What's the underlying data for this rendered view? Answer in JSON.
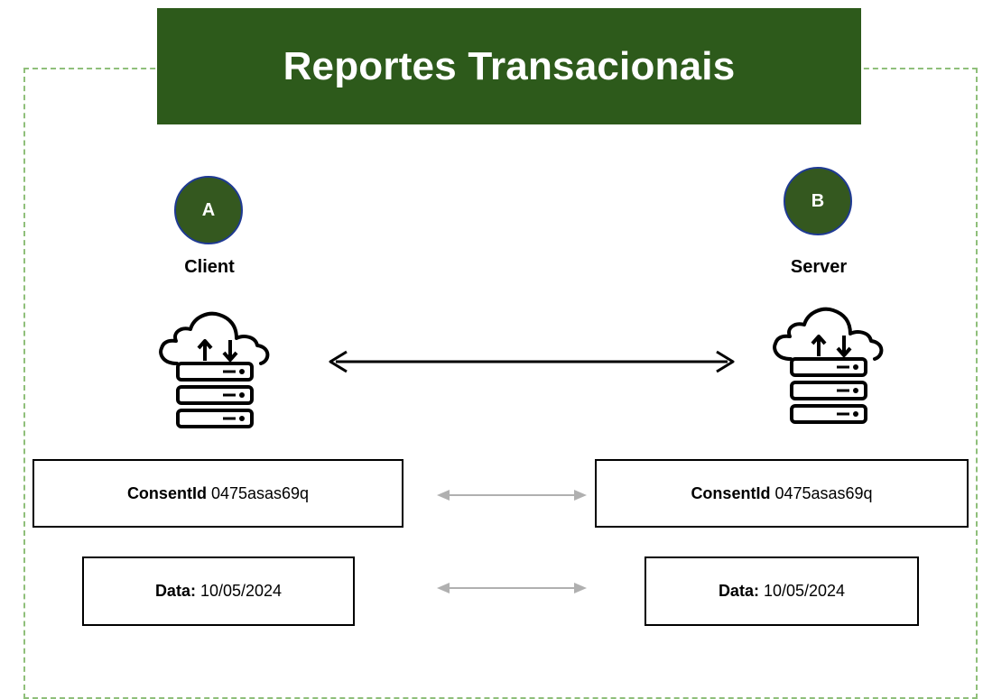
{
  "title": "Reportes Transacionais",
  "colors": {
    "banner": "#2d5a1b",
    "badge_fill": "#34581f",
    "badge_border": "#1f3a93",
    "frame_border": "#8fbf7a",
    "sync_arrow": "#b0b0b0"
  },
  "client": {
    "badge": "A",
    "label": "Client",
    "icon": "cloud-server-icon",
    "consent_key": "ConsentId",
    "consent_value": "0475asas69q",
    "date_key": "Data:",
    "date_value": "10/05/2024"
  },
  "server": {
    "badge": "B",
    "label": "Server",
    "icon": "cloud-server-icon",
    "consent_key": "ConsentId",
    "consent_value": "0475asas69q",
    "date_key": "Data:",
    "date_value": "10/05/2024"
  }
}
